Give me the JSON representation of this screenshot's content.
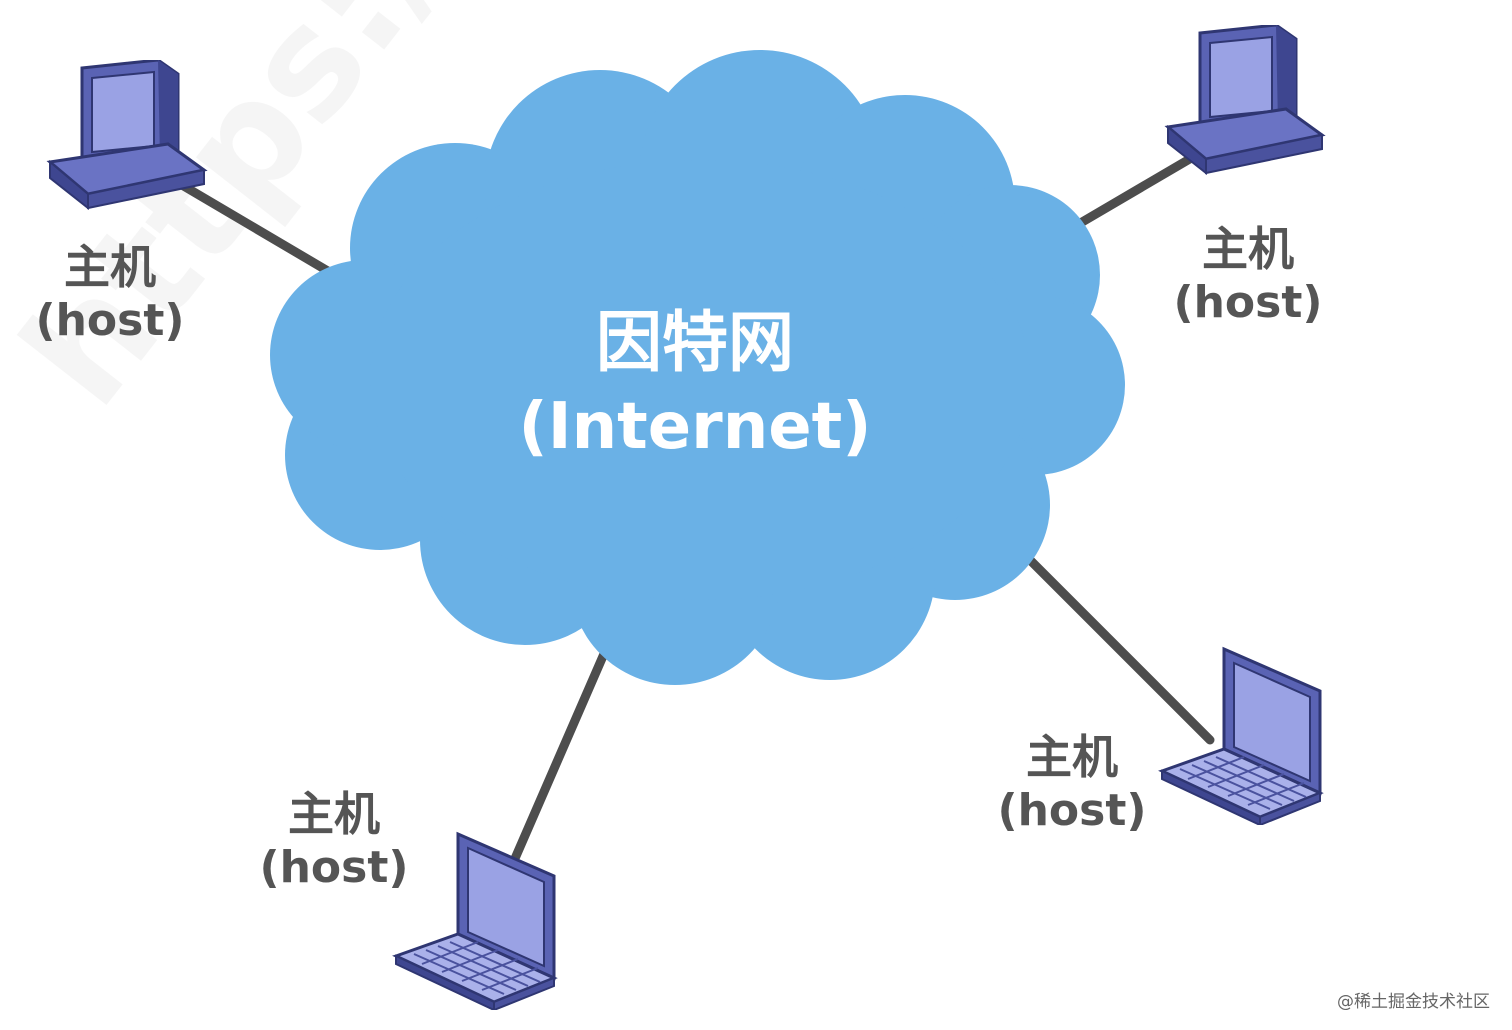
{
  "cloud": {
    "title_zh": "因特网",
    "title_en": "(Internet)",
    "color": "#6ab1e6"
  },
  "hosts": [
    {
      "label_zh": "主机",
      "label_en": "(host)",
      "device": "desktop-computer-icon"
    },
    {
      "label_zh": "主机",
      "label_en": "(host)",
      "device": "desktop-computer-icon"
    },
    {
      "label_zh": "主机",
      "label_en": "(host)",
      "device": "laptop-icon"
    },
    {
      "label_zh": "主机",
      "label_en": "(host)",
      "device": "laptop-icon"
    }
  ],
  "watermark": "https://",
  "credit": "@稀土掘金技术社区",
  "colors": {
    "link": "#4d4d4d",
    "device_fill": "#8b93d8",
    "device_dark": "#3b4386",
    "label_text": "#555555"
  }
}
